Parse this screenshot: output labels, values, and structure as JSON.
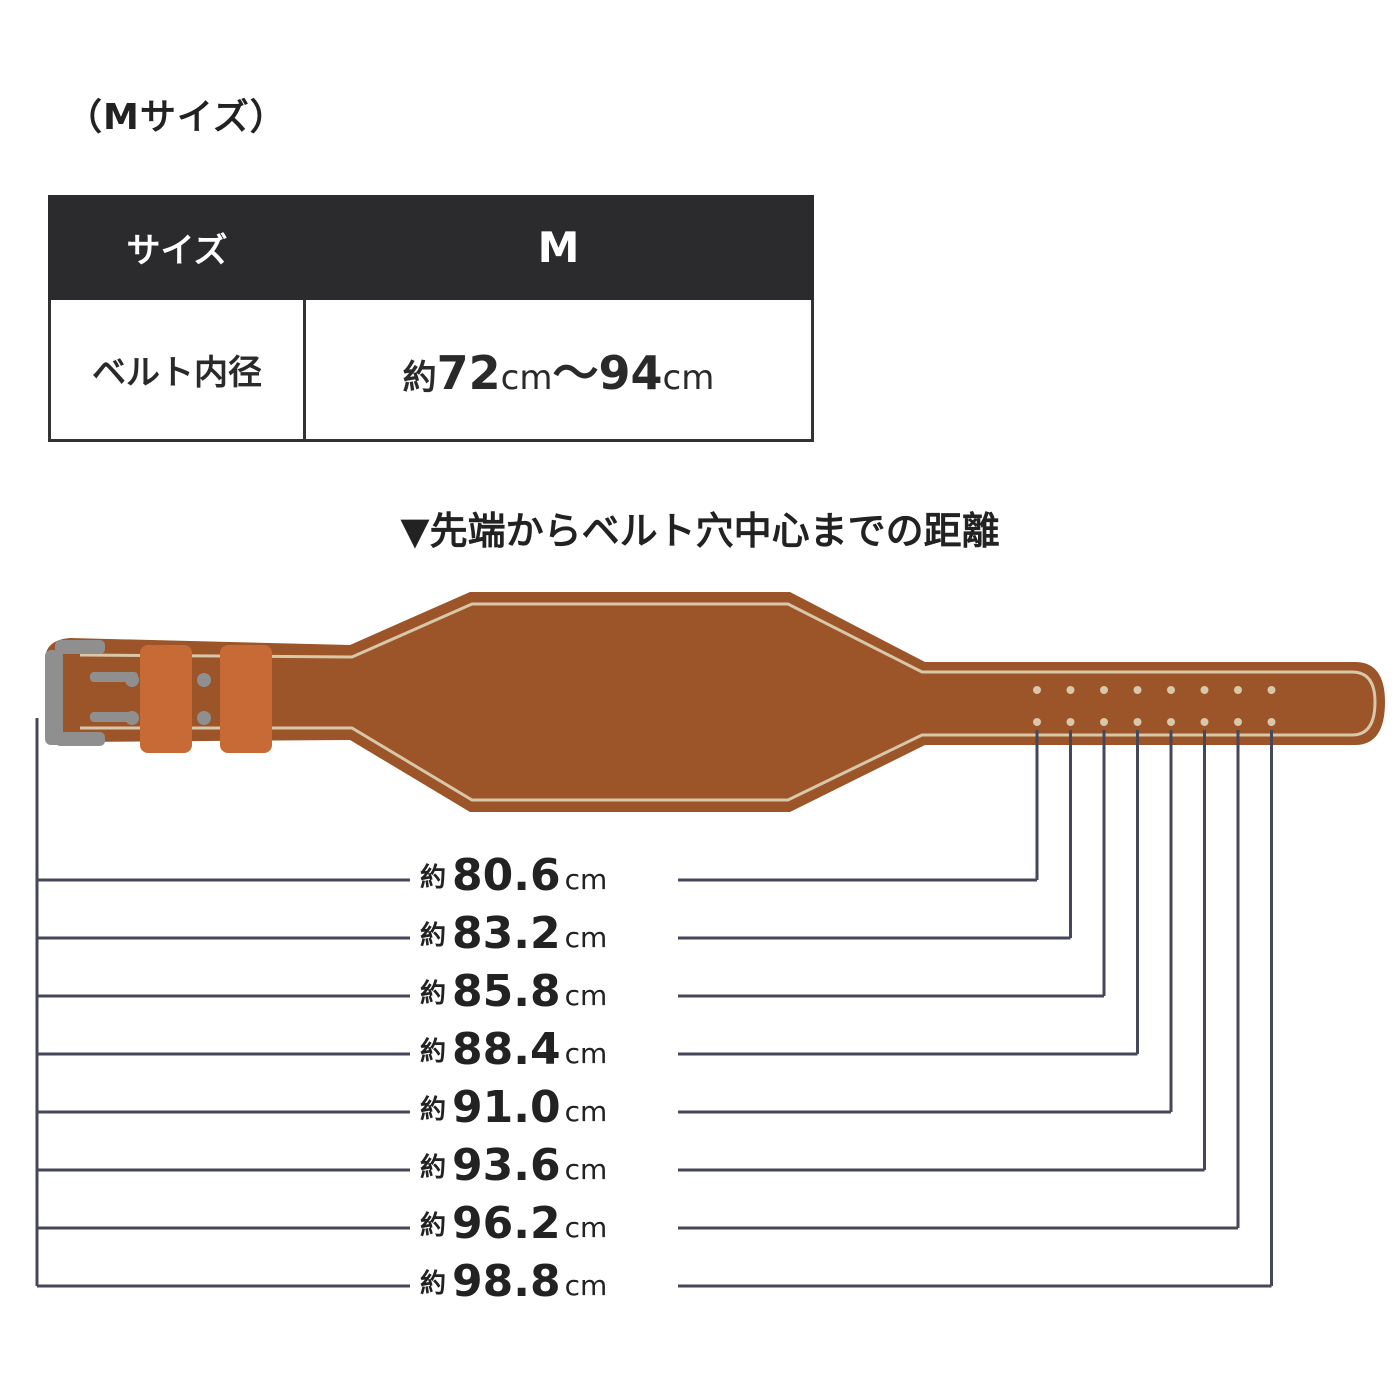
{
  "size_caption": "（Mサイズ）",
  "table": {
    "header_label": "サイズ",
    "header_value": "M",
    "row_label": "ベルト内径",
    "row_value": {
      "prefix": "約",
      "min": "72",
      "unit1": "cm",
      "sep": "〜",
      "max": "94",
      "unit2": "cm"
    }
  },
  "section_title": "▼先端からベルト穴中心までの距離",
  "belt": {
    "leather_color": "#9c5429",
    "keeper_color": "#c86a35",
    "stitch_color": "#d8c7a8",
    "buckle_color": "#8f8f8f",
    "line_color": "#47475a"
  },
  "measurements": [
    {
      "prefix": "約",
      "value": "80.6",
      "unit": "cm"
    },
    {
      "prefix": "約",
      "value": "83.2",
      "unit": "cm"
    },
    {
      "prefix": "約",
      "value": "85.8",
      "unit": "cm"
    },
    {
      "prefix": "約",
      "value": "88.4",
      "unit": "cm"
    },
    {
      "prefix": "約",
      "value": "91.0",
      "unit": "cm"
    },
    {
      "prefix": "約",
      "value": "93.6",
      "unit": "cm"
    },
    {
      "prefix": "約",
      "value": "96.2",
      "unit": "cm"
    },
    {
      "prefix": "約",
      "value": "98.8",
      "unit": "cm"
    }
  ]
}
